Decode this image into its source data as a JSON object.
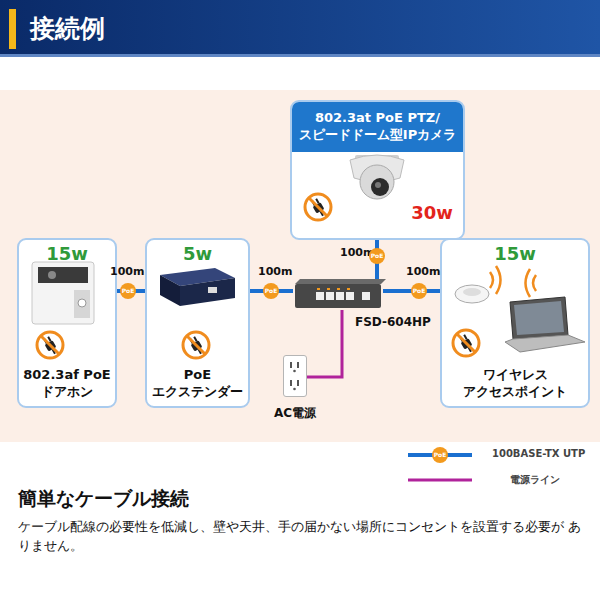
{
  "diagram": {
    "title": "接続例",
    "nodes": [
      {
        "text": [
          "802.3at PoE PTZ/ スピードドーム型IPカメラ",
          "30w"
        ]
      },
      {
        "text": [
          "15w",
          "802.3af PoE ドアホン"
        ]
      },
      {
        "text": [
          "5w",
          "PoE エクステンダー"
        ]
      },
      {
        "text": [
          "FSD-604HP"
        ]
      },
      {
        "text": [
          "AC電源"
        ]
      },
      {
        "text": [
          "15w",
          "ワイヤレス アクセスポイント"
        ]
      }
    ],
    "edges": [
      {
        "from": 1,
        "to": 2,
        "label": "100m",
        "arrow": "none"
      },
      {
        "from": 2,
        "to": 3,
        "label": "100m",
        "arrow": "none"
      },
      {
        "from": 3,
        "to": 0,
        "label": "100m",
        "arrow": "none"
      },
      {
        "from": 3,
        "to": 5,
        "label": "100m",
        "arrow": "none"
      },
      {
        "from": 4,
        "to": 3,
        "arrow": "none"
      }
    ],
    "labels": [
      "PoE",
      "PoE",
      "PoE",
      "PoE",
      "PoE",
      "簡単なケーブル接続",
      "ケーブル配線の必要性を低減し、壁や天井、手の届かない場所にコンセントを設置する必要が ありません。"
    ],
    "legend": [
      {
        "text": "100BASE-TX UTP"
      },
      {
        "text": "電源ライン"
      }
    ]
  }
}
